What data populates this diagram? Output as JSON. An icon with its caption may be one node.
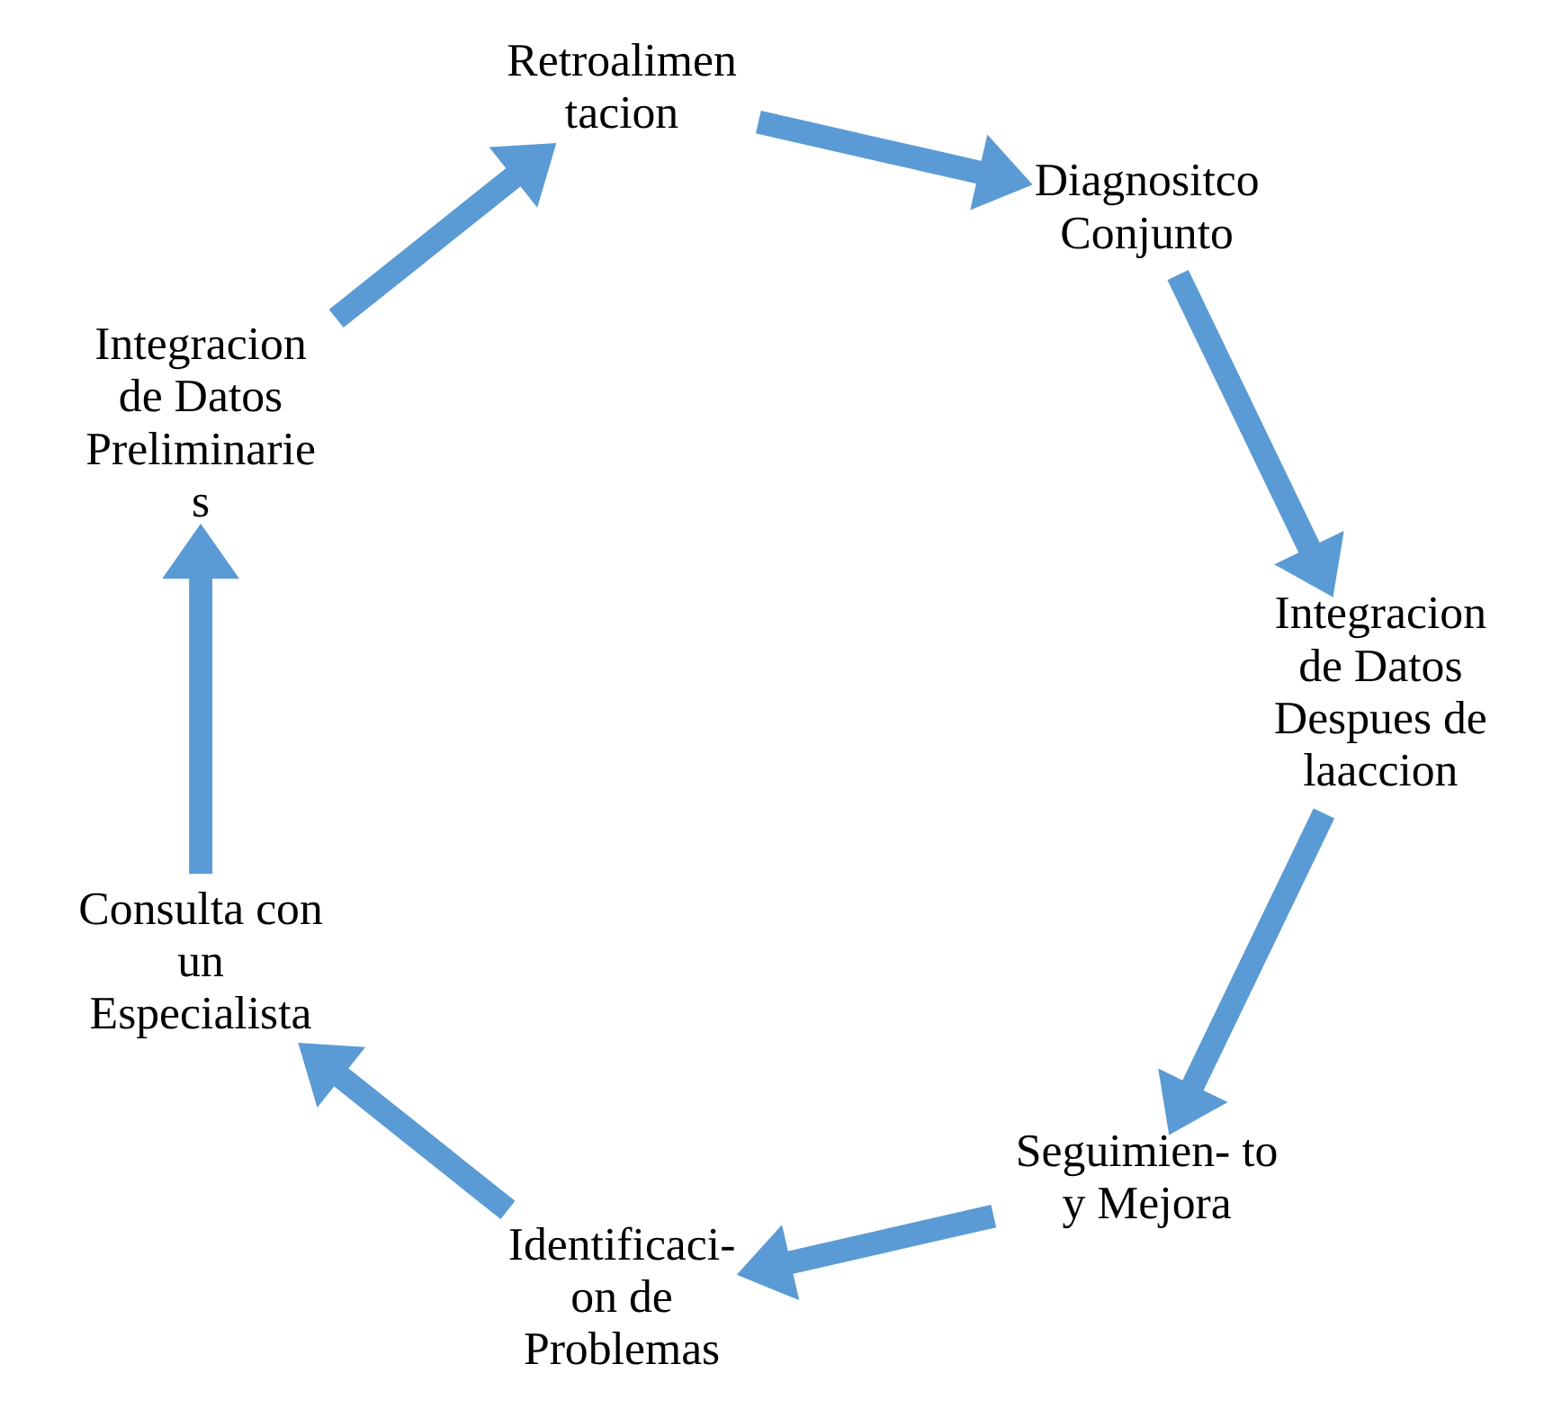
{
  "diagram": {
    "nodes": [
      {
        "text": [
          "Seguimien- to y Mejora"
        ]
      },
      {
        "text": [
          "Identificaci- on de Problemas"
        ]
      },
      {
        "text": [
          "Consulta con un Especialista"
        ]
      },
      {
        "text": [
          "Integracion de Datos Preliminarie s"
        ]
      },
      {
        "text": [
          "Retroalimen tacion"
        ]
      },
      {
        "text": [
          "Diagnositco Conjunto"
        ]
      },
      {
        "text": [
          "Integracion de Datos Despues de laaccion"
        ]
      }
    ],
    "edges": [
      {
        "from": 0,
        "to": 1,
        "arrow": "to"
      },
      {
        "from": 1,
        "to": 2,
        "arrow": "to"
      },
      {
        "from": 2,
        "to": 3,
        "arrow": "to"
      },
      {
        "from": 3,
        "to": 4,
        "arrow": "to"
      },
      {
        "from": 4,
        "to": 5,
        "arrow": "to"
      },
      {
        "from": 5,
        "to": 6,
        "arrow": "to"
      },
      {
        "from": 6,
        "to": 0,
        "arrow": "to"
      }
    ]
  }
}
